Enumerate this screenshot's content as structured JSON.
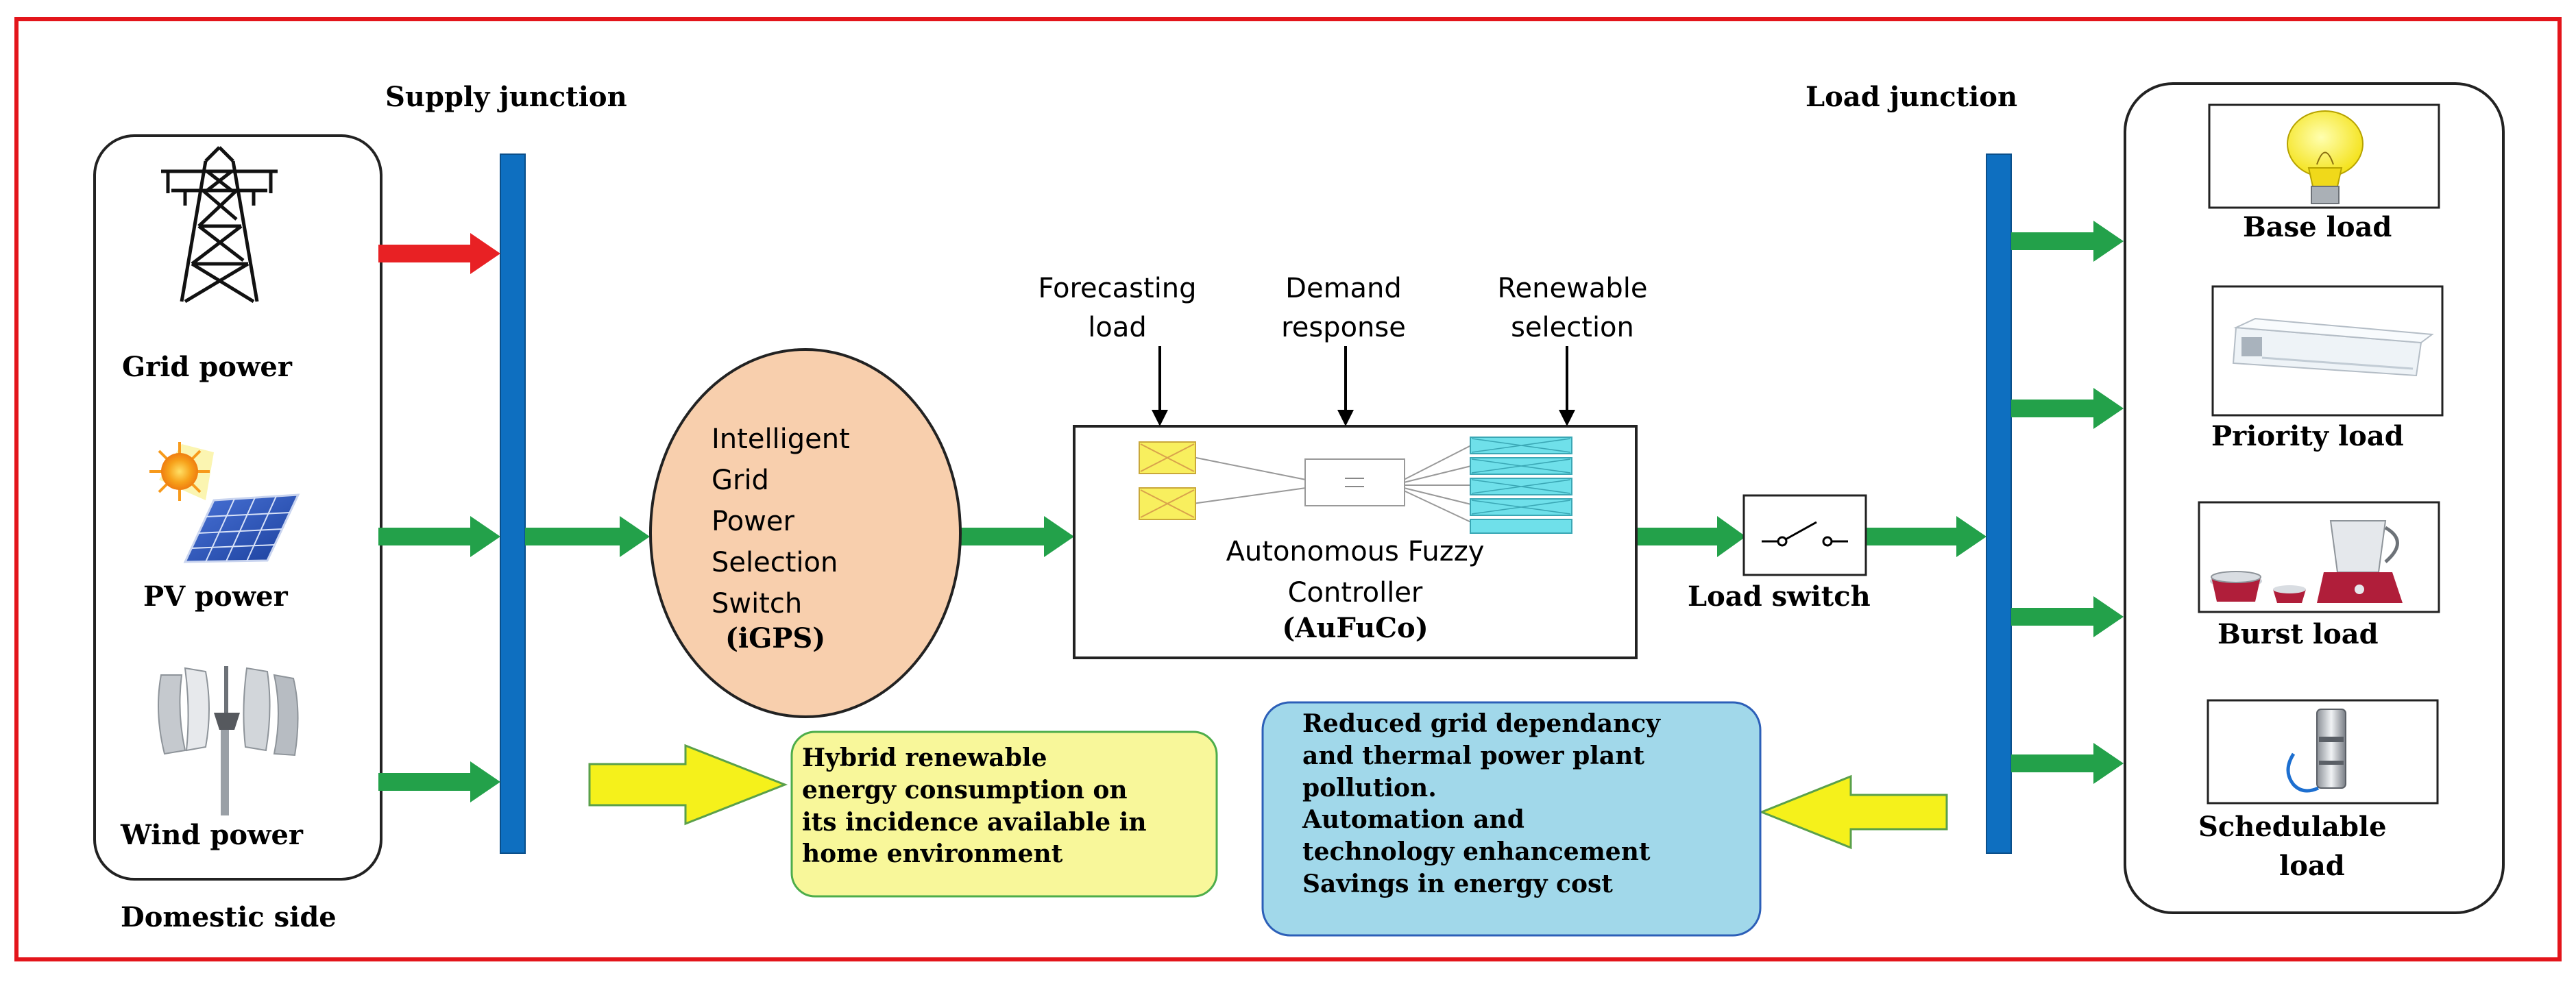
{
  "colors": {
    "frame": "#e3151b",
    "bus": "#0e6fc0",
    "arrow_red": "#e82124",
    "arrow_green": "#23a14a",
    "arrow_yellow": "#f5f11b",
    "igps_fill": "#f8cfad",
    "yellow_box": "#f8f79a",
    "blue_box": "#a1d8ea"
  },
  "labels": {
    "supply_junction": "Supply junction",
    "load_junction": "Load junction",
    "domestic_side": "Domestic side",
    "grid_power": "Grid power",
    "pv_power": "PV power",
    "wind_power": "Wind power",
    "base_load": "Base load",
    "priority_load": "Priority load",
    "burst_load": "Burst load",
    "schedulable_load_1": "Schedulable",
    "schedulable_load_2": "load",
    "load_switch": "Load switch"
  },
  "igps": {
    "line1": "Intelligent",
    "line2": "Grid",
    "line3": "Power",
    "line4": "Selection",
    "line5": "Switch",
    "abbr": "(iGPS)"
  },
  "inputs": {
    "forecasting_1": "Forecasting",
    "forecasting_2": "load",
    "demand_1": "Demand",
    "demand_2": "response",
    "renewable_1": "Renewable",
    "renewable_2": "selection"
  },
  "controller": {
    "line1": "Autonomous Fuzzy",
    "line2": "Controller",
    "abbr": "(AuFuCo)"
  },
  "yellow_note": {
    "line1": "Hybrid renewable",
    "line2": "energy consumption on",
    "line3": "its incidence available in",
    "line4": "home environment"
  },
  "blue_note": {
    "line1": "Reduced grid dependancy",
    "line2": "and thermal power plant",
    "line3": "pollution.",
    "line4": "Automation and",
    "line5": "technology enhancement",
    "line6": "Savings in energy cost"
  },
  "icons": {
    "grid": "transmission-tower-icon",
    "pv": "solar-panel-icon",
    "wind": "vertical-wind-turbine-icon",
    "base": "light-bulb-icon",
    "priority": "air-conditioner-icon",
    "burst": "mixer-grinder-icon",
    "schedulable": "water-pump-icon",
    "switch": "switch-icon"
  }
}
